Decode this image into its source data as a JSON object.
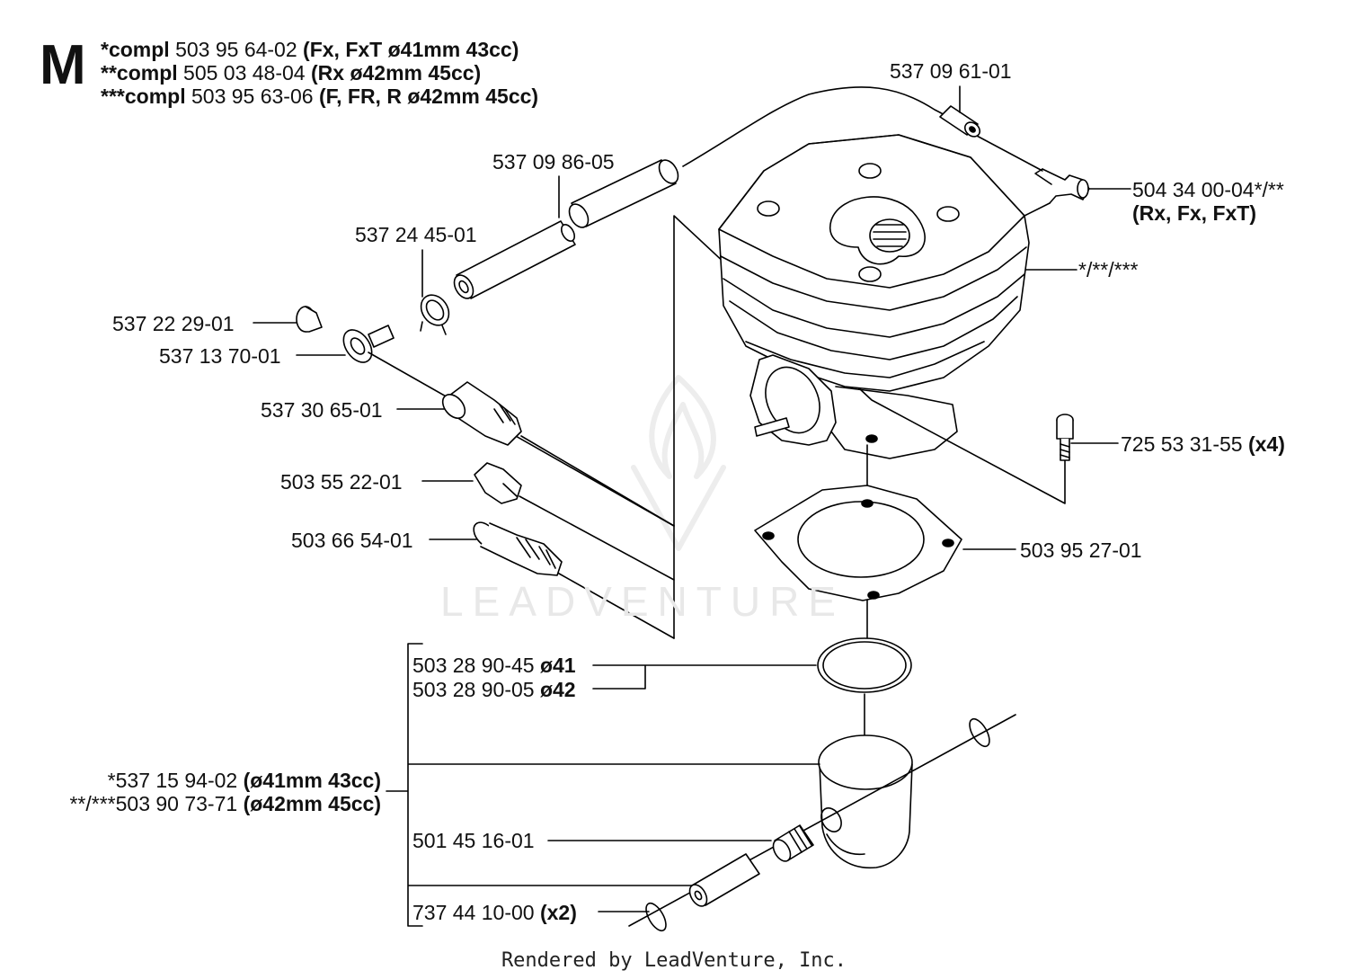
{
  "section": {
    "letter": "M",
    "titles": [
      {
        "prefix": "*compl",
        "part": "503 95 64-02",
        "spec": "(Fx, FxT ø41mm 43cc)"
      },
      {
        "prefix": "**compl",
        "part": "505 03 48-04",
        "spec": "(Rx ø42mm 45cc)"
      },
      {
        "prefix": "***compl",
        "part": "503 95 63-06",
        "spec": "(F, FR, R ø42mm 45cc)"
      }
    ]
  },
  "parts": {
    "p537096101": {
      "number": "537 09 61-01"
    },
    "p537098605": {
      "number": "537 09 86-05"
    },
    "p537244501": {
      "number": "537 24 45-01"
    },
    "p537222901": {
      "number": "537 22 29-01"
    },
    "p537137001": {
      "number": "537 13 70-01"
    },
    "p537306501": {
      "number": "537 30 65-01"
    },
    "p503552201": {
      "number": "503 55 22-01"
    },
    "p503665401": {
      "number": "503 66 54-01"
    },
    "p504340004": {
      "number": "504 34 00-04*/**",
      "note": "(Rx, Fx, FxT)"
    },
    "cylinder": {
      "number": "*/**/***"
    },
    "p725533155": {
      "number": "725 53 31-55",
      "qty": "(x4)"
    },
    "p503952701": {
      "number": "503 95 27-01"
    },
    "p503289045": {
      "number": "503 28 90-45",
      "spec": "ø41"
    },
    "p503289005": {
      "number": "503 28 90-05",
      "spec": "ø42"
    },
    "piston1": {
      "number": "*537 15 94-02",
      "spec": "(ø41mm 43cc)"
    },
    "piston2": {
      "number": "**/***503 90 73-71",
      "spec": "(ø42mm 45cc)"
    },
    "p501451601": {
      "number": "501 45 16-01"
    },
    "p737441000": {
      "number": "737 44 10-00",
      "qty": "(x2)"
    }
  },
  "watermark": "LEADVENTURE",
  "footer": "Rendered by LeadVenture, Inc."
}
